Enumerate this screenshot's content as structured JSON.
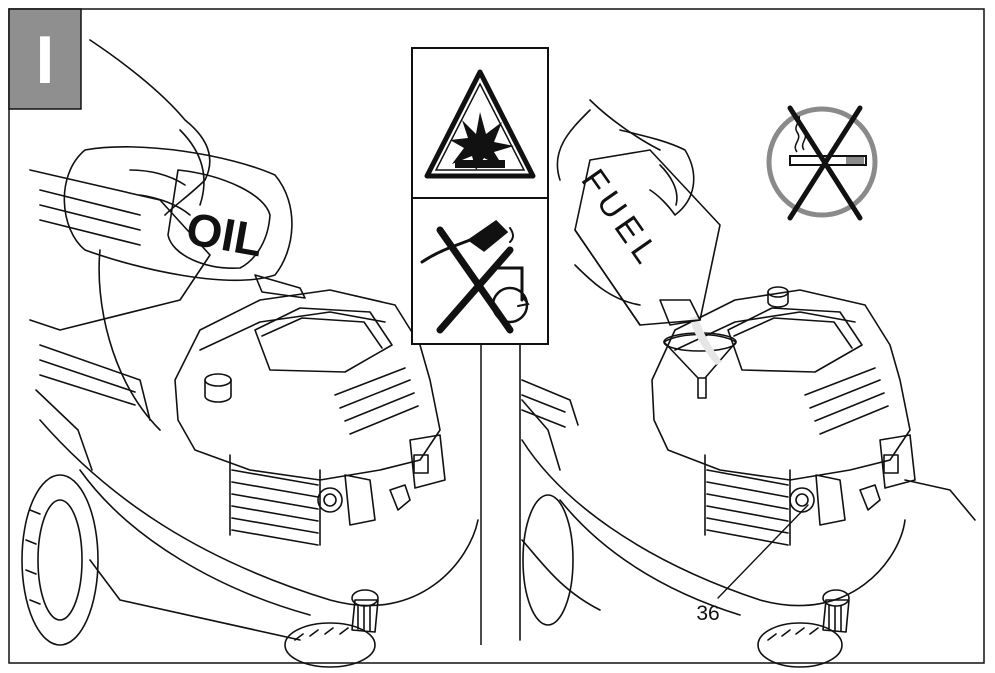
{
  "section_marker": "I",
  "oil_label": "OIL",
  "fuel_label": "FUEL",
  "part_callout": "36",
  "icons": {
    "explosion_warning": "explosion-warning-icon",
    "no_fuel_hot_engine": "no-refuel-hot-engine-icon",
    "no_smoking": "no-smoking-icon"
  },
  "colors": {
    "line": "#111111",
    "marker_fill": "#8f8f8f",
    "no_smoking_ring": "#8a8a8a",
    "paper": "#ffffff"
  }
}
